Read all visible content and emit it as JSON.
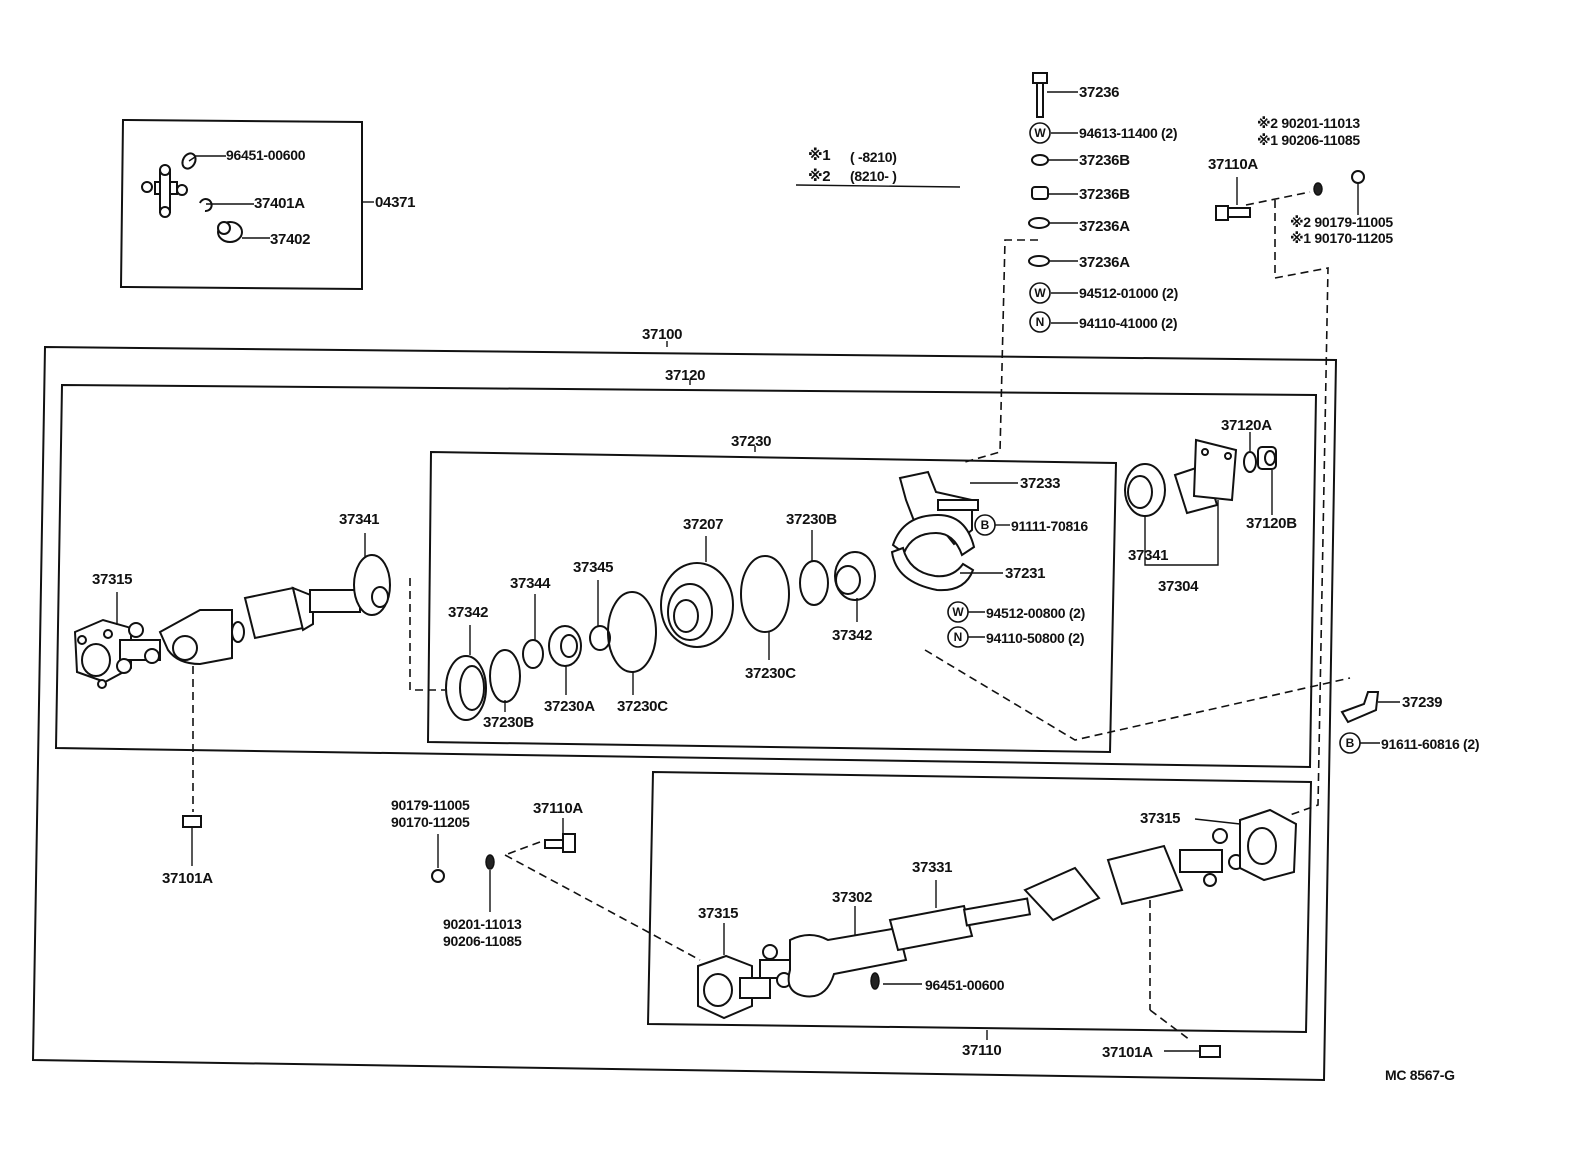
{
  "diagram": {
    "code": "MC 8567-G",
    "legend": {
      "line1_mark": "※1",
      "line1_text": "(        -8210)",
      "line2_mark": "※2",
      "line2_text": "(8210-        )"
    },
    "labels": {
      "p96451_00600_top": "96451-00600",
      "p37401A": "37401A",
      "p37402": "37402",
      "p04371": "04371",
      "p37100": "37100",
      "p37120": "37120",
      "p37230": "37230",
      "p37236": "37236",
      "p94613_11400": "94613-11400 (2)",
      "p37236B_1": "37236B",
      "p37236B_2": "37236B",
      "p37236A_1": "37236A",
      "p37236A_2": "37236A",
      "p94512_01000": "94512-01000 (2)",
      "p94110_41000": "94110-41000 (2)",
      "p37110A_top": "37110A",
      "p90201_11013_top": "※2  90201-11013",
      "p90206_11085_top": "※1  90206-11085",
      "p90179_11005_top": "※2  90179-11005",
      "p90170_11205_top": "※1  90170-11205",
      "p37233": "37233",
      "p91111_70816": "91111-70816",
      "p37231": "37231",
      "p94512_00800": "94512-00800 (2)",
      "p94110_50800": "94110-50800 (2)",
      "p37120A": "37120A",
      "p37120B": "37120B",
      "p37341_right": "37341",
      "p37304": "37304",
      "p37239": "37239",
      "p91611_60816": "91611-60816 (2)",
      "p37341_left": "37341",
      "p37315_left": "37315",
      "p37342_left": "37342",
      "p37344": "37344",
      "p37345": "37345",
      "p37207": "37207",
      "p37230B_top": "37230B",
      "p37342_right": "37342",
      "p37230C_right": "37230C",
      "p37230B_bottom": "37230B",
      "p37230A": "37230A",
      "p37230C_bottom": "37230C",
      "p37101A_left": "37101A",
      "p90179_11005_mid": "90179-11005",
      "p90170_11205_mid": "90170-11205",
      "p37110A_mid": "37110A",
      "p90201_11013_mid": "90201-11013",
      "p90206_11085_mid": "90206-11085",
      "p37315_lower_right": "37315",
      "p37331": "37331",
      "p37302": "37302",
      "p37315_lower_left": "37315",
      "p96451_00600_bottom": "96451-00600",
      "p37110": "37110",
      "p37101A_bottom": "37101A"
    },
    "badges": {
      "washer": "W",
      "nut": "N",
      "bolt": "B"
    }
  }
}
